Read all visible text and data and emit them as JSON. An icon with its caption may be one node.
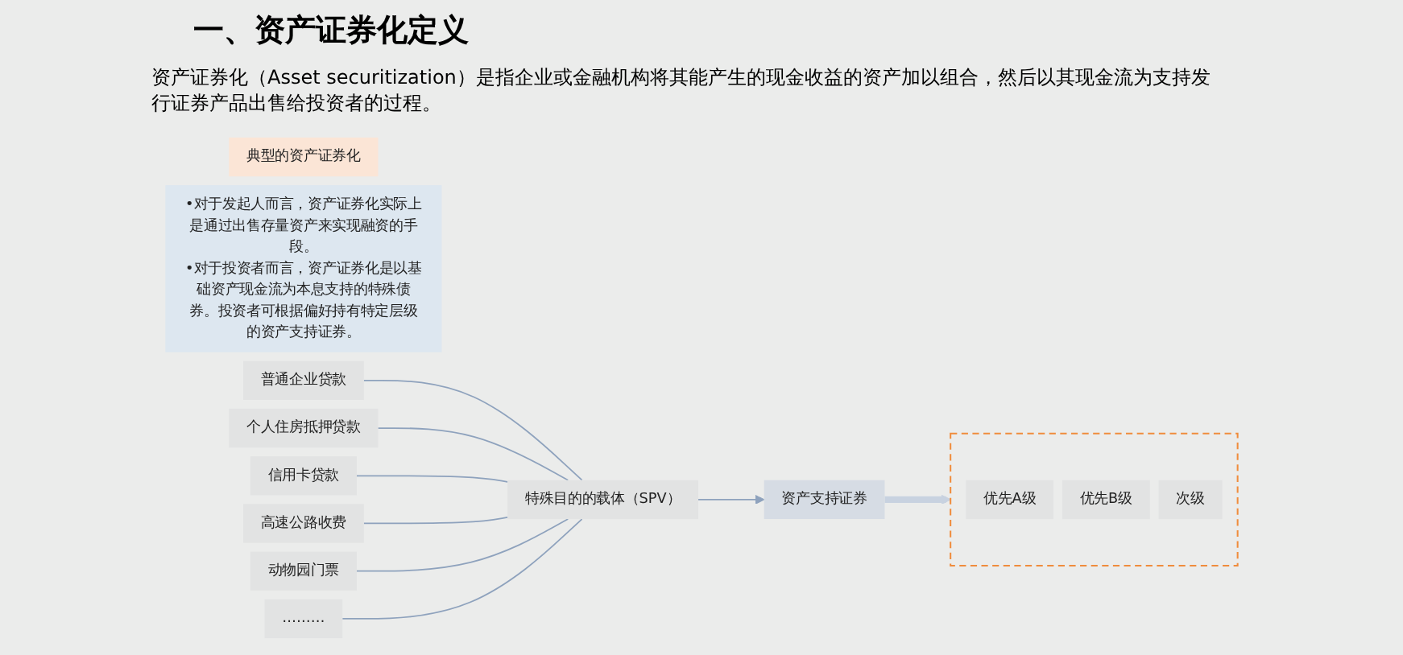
{
  "diagram": {
    "title": "一、资产证券化定义",
    "nodes": [
      {
        "text": [
          "典型的资产证券化"
        ]
      },
      {
        "text": [
          "•对于发起人而言，资产证券化实际上是通过出售存量资产来实现融资的手段。",
          "•对于投资者而言，资产证券化是以基础资产现金流为本息支持的特殊债券。投资者可根据偏好持有特定层级的资产支持证券。"
        ]
      },
      {
        "text": [
          "普通企业贷款"
        ]
      },
      {
        "text": [
          "个人住房抵押贷款"
        ]
      },
      {
        "text": [
          "信用卡贷款"
        ]
      },
      {
        "text": [
          "高速公路收费"
        ]
      },
      {
        "text": [
          "动物园门票"
        ]
      },
      {
        "text": [
          "………"
        ]
      },
      {
        "text": [
          "特殊目的的载体（SPV）"
        ]
      },
      {
        "text": [
          "资产支持证券"
        ]
      },
      {
        "text": [],
        "shape": "box"
      },
      {
        "text": [
          "优先A级"
        ],
        "in": 10
      },
      {
        "text": [
          "优先B级"
        ],
        "in": 10
      },
      {
        "text": [
          "次级"
        ],
        "in": 10
      }
    ],
    "edges": [
      {
        "from": 2,
        "to": 8,
        "arrow": "none"
      },
      {
        "from": 3,
        "to": 8,
        "arrow": "none"
      },
      {
        "from": 4,
        "to": 8,
        "arrow": "none"
      },
      {
        "from": 5,
        "to": 8,
        "arrow": "none"
      },
      {
        "from": 6,
        "to": 8,
        "arrow": "none"
      },
      {
        "from": 7,
        "to": 8,
        "arrow": "none"
      },
      {
        "from": 8,
        "to": 9,
        "arrow": "to"
      },
      {
        "from": 9,
        "to": 10,
        "arrow": "to",
        "style": "thick",
        "color": "#c8d2e0"
      }
    ],
    "labels": [
      "资产证券化（Asset securitization）是指企业或金融机构将其能产生的现金收益的资产加以组合，然后以其现金流为支持发行证券产品出售给投资者的过程。"
    ]
  }
}
